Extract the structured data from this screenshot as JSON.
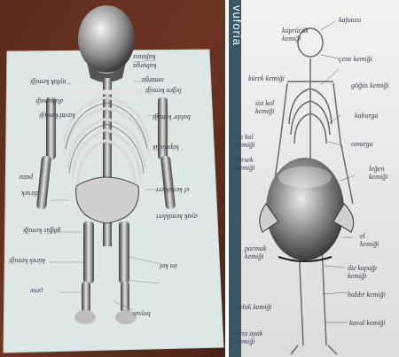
{
  "left_photo": {
    "labels": [
      "kafatası",
      "kaburga",
      "omurga",
      "leğen kemiği",
      "uyluk kemiği",
      "dizkapağı",
      "kaval kemiği",
      "baldır kemiği",
      "köprücük",
      "pazu",
      "dirsek",
      "el kemikleri",
      "ayak kemikleri",
      "göğüs kemiği",
      "kürek kemiği",
      "ön kol",
      "çene",
      "boyun"
    ]
  },
  "right_photo": {
    "brand": "vuforia",
    "labels": {
      "kafatasi": "kafatası",
      "kopracuk": "köprücük\nkemiği",
      "cene": "çene kemiği",
      "kurek": "kürek kemiği",
      "gogus": "göğüs kemiği",
      "ust_kol": "üst kol\nkemiği",
      "kaburga": "kaburga",
      "omurga": "omurga",
      "on_kol": "ön kol\nkemiği",
      "dirsek": "dirsek\nkemiği",
      "legen": "leğen\nkemiği",
      "el": "el\nkemiği",
      "parmak": "parmak\nkemiği",
      "diz": "diz kapağı\nkemiği",
      "baldir": "baldır kemiği",
      "uyluk": "uyluk kemiği",
      "kaval": "kaval kemiği",
      "orta_ayak": "orta ayak\nkemiği"
    }
  }
}
